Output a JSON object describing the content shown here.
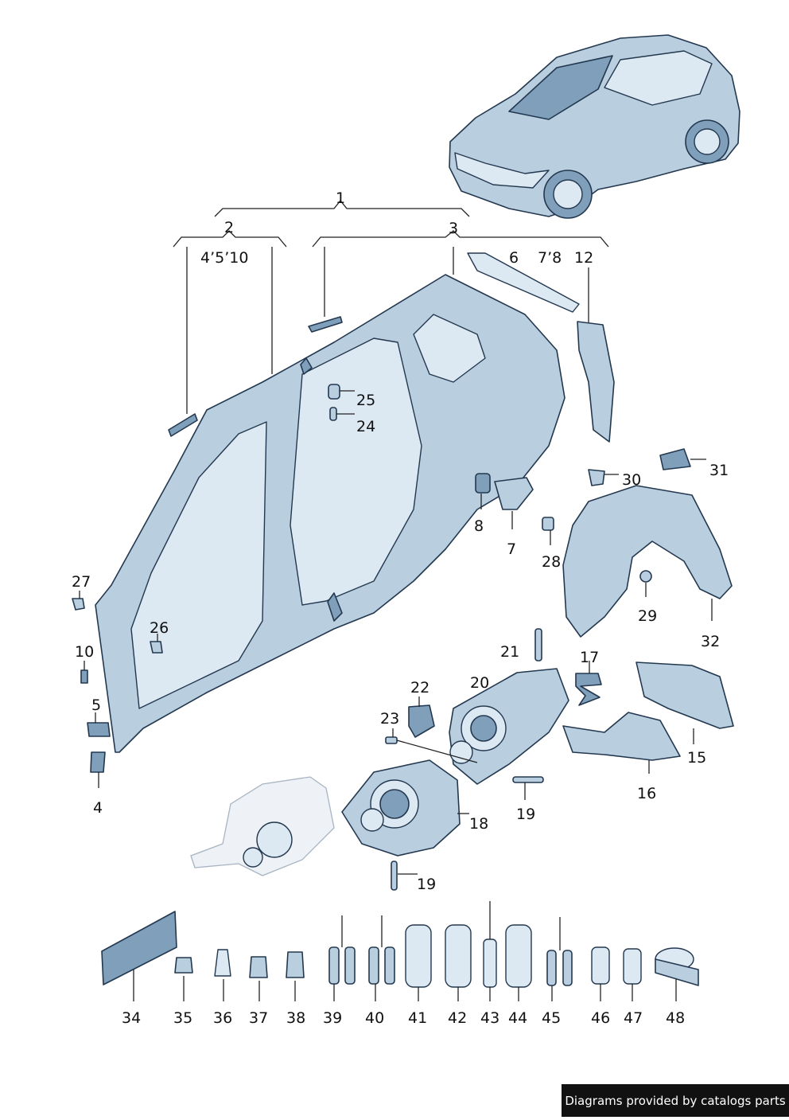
{
  "labels": {
    "l1": "1",
    "l2": "2",
    "l3": "3",
    "l4_5_10": "4’5’10",
    "l6": "6",
    "l7_8": "7’8",
    "l12": "12",
    "l25": "25",
    "l24": "24",
    "l30": "30",
    "l31": "31",
    "l8": "8",
    "l7": "7",
    "l28": "28",
    "l29": "29",
    "l32": "32",
    "l27": "27",
    "l26": "26",
    "l10": "10",
    "l5": "5",
    "l4": "4",
    "l21": "21",
    "l17": "17",
    "l22": "22",
    "l20": "20",
    "l23": "23",
    "l15": "15",
    "l16": "16",
    "l19a": "19",
    "l18": "18",
    "l19b": "19",
    "l34": "34",
    "l35": "35",
    "l36": "36",
    "l37": "37",
    "l38": "38",
    "l39": "39",
    "l40": "40",
    "l41": "41",
    "l42": "42",
    "l43": "43",
    "l44": "44",
    "l45": "45",
    "l46": "46",
    "l47": "47",
    "l48": "48"
  },
  "footer": {
    "credit": "Diagrams provided by catalogs parts"
  },
  "colors": {
    "part_fill": "#b9cfe0",
    "part_dark": "#7f9fba",
    "outline": "#23384f",
    "footer_bg": "#111111"
  }
}
